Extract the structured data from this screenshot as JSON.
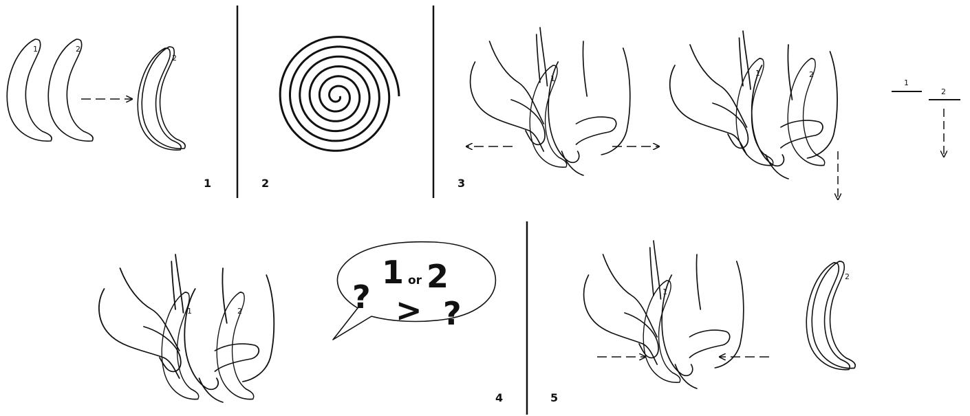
{
  "panels": [
    {
      "id": "panel-1",
      "label": "1",
      "piece_labels": [
        "1",
        "2"
      ],
      "result_label": "2"
    },
    {
      "id": "panel-2",
      "label": "2"
    },
    {
      "id": "panel-3",
      "label": "3",
      "piece_labels": [
        "1",
        "2"
      ],
      "marker_labels": [
        "1",
        "2"
      ]
    },
    {
      "id": "panel-4",
      "label": "4",
      "piece_labels": [
        "1",
        "2"
      ],
      "bubble": {
        "q1": "?",
        "n1": "1",
        "or": "or",
        "n2": "2",
        "q2": "?",
        "cmp": ">"
      }
    },
    {
      "id": "panel-5",
      "label": "5",
      "piece_labels": [
        "1"
      ],
      "result_label": "2"
    }
  ]
}
